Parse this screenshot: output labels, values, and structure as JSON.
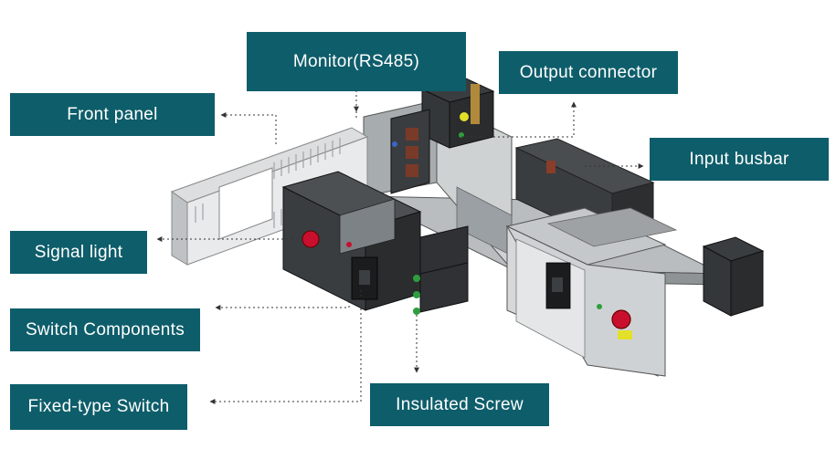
{
  "labels": {
    "front_panel": "Front panel",
    "monitor": "Monitor(RS485)",
    "output_connector": "Output connector",
    "input_busbar": "Input busbar",
    "signal_light": "Signal light",
    "switch_components": "Switch Components",
    "fixed_type_switch": "Fixed-type Switch",
    "insulated_screw": "Insulated Screw"
  },
  "colors": {
    "label_background": "#0e5d6a",
    "label_text": "#ffffff",
    "leader_line": "#333333",
    "signal_light": "#c8102e",
    "terminal_green": "#2e9e3e",
    "indicator_yellow": "#e3e02a"
  }
}
